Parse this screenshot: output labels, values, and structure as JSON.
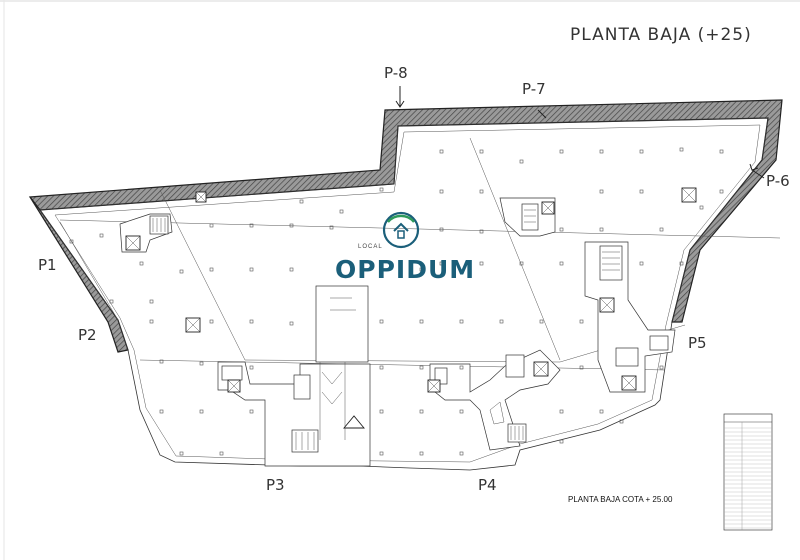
{
  "plan": {
    "title": "PLANTA BAJA (+25)",
    "caption": "PLANTA BAJA COTA + 25.00",
    "logo": {
      "small_label": "LOCAL",
      "name": "OPPIDUM"
    },
    "points": [
      {
        "id": "p8",
        "label": "P-8"
      },
      {
        "id": "p7",
        "label": "P-7"
      },
      {
        "id": "p6",
        "label": "P-6"
      },
      {
        "id": "p5",
        "label": "P5"
      },
      {
        "id": "p4",
        "label": "P4"
      },
      {
        "id": "p3",
        "label": "P3"
      },
      {
        "id": "p2",
        "label": "P2"
      },
      {
        "id": "p1",
        "label": "P1"
      }
    ]
  },
  "colors": {
    "ink": "#222222",
    "logo": "#1b5f7a",
    "logo_accent": "#2e9a5a"
  }
}
